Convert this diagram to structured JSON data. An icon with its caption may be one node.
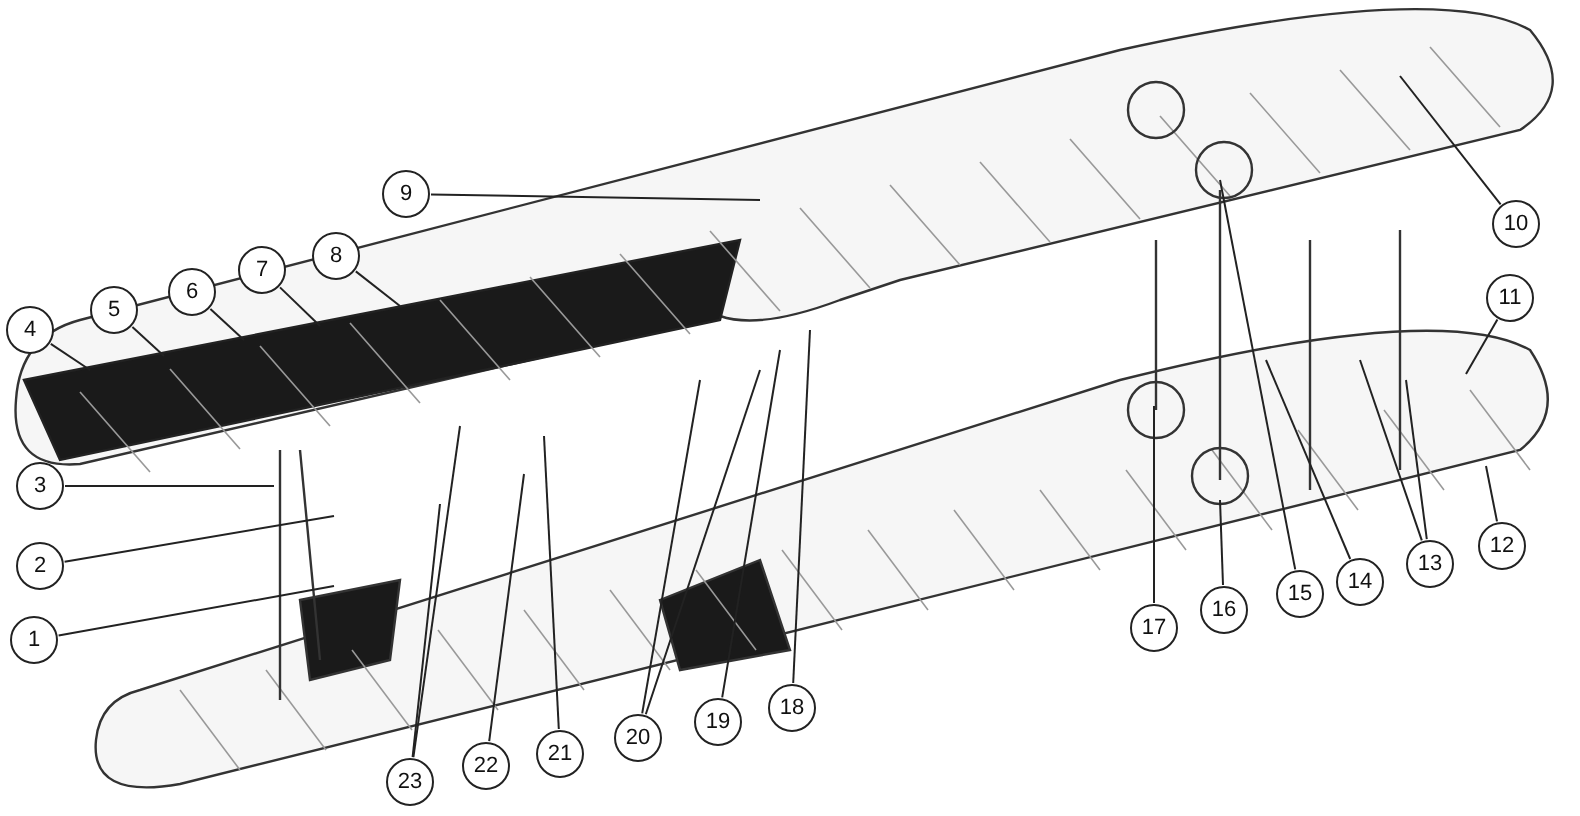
{
  "diagram": {
    "nodes": [
      {
        "text": [
          "1"
        ]
      },
      {
        "text": [
          "2"
        ]
      },
      {
        "text": [
          "3"
        ]
      },
      {
        "text": [
          "4"
        ]
      },
      {
        "text": [
          "5"
        ]
      },
      {
        "text": [
          "6"
        ]
      },
      {
        "text": [
          "7"
        ]
      },
      {
        "text": [
          "8"
        ]
      },
      {
        "text": [
          "9"
        ]
      },
      {
        "text": [
          "10"
        ]
      },
      {
        "text": [
          "11"
        ]
      },
      {
        "text": [
          "12"
        ]
      },
      {
        "text": [
          "13"
        ]
      },
      {
        "text": [
          "14"
        ]
      },
      {
        "text": [
          "15"
        ]
      },
      {
        "text": [
          "16"
        ]
      },
      {
        "text": [
          "17"
        ]
      },
      {
        "text": [
          "18"
        ]
      },
      {
        "text": [
          "19"
        ]
      },
      {
        "text": [
          "20"
        ]
      },
      {
        "text": [
          "21"
        ]
      },
      {
        "text": [
          "22"
        ]
      },
      {
        "text": [
          "23"
        ]
      }
    ],
    "edges": [
      {
        "from": 0,
        "to": null,
        "arrow": "none"
      },
      {
        "from": 1,
        "to": null,
        "arrow": "none"
      },
      {
        "from": 2,
        "to": null,
        "arrow": "none"
      },
      {
        "from": 3,
        "to": null,
        "arrow": "none"
      },
      {
        "from": 4,
        "to": null,
        "arrow": "none"
      },
      {
        "from": 5,
        "to": null,
        "arrow": "none"
      },
      {
        "from": 6,
        "to": null,
        "arrow": "none"
      },
      {
        "from": 7,
        "to": null,
        "arrow": "none"
      },
      {
        "from": 8,
        "to": null,
        "arrow": "none"
      },
      {
        "from": 9,
        "to": null,
        "arrow": "none"
      },
      {
        "from": 10,
        "to": null,
        "arrow": "none"
      },
      {
        "from": 11,
        "to": null,
        "arrow": "none"
      },
      {
        "from": 12,
        "to": null,
        "arrow": "none"
      },
      {
        "from": 12,
        "to": null,
        "arrow": "none"
      },
      {
        "from": 13,
        "to": null,
        "arrow": "none"
      },
      {
        "from": 14,
        "to": null,
        "arrow": "none"
      },
      {
        "from": 15,
        "to": null,
        "arrow": "none"
      },
      {
        "from": 16,
        "to": null,
        "arrow": "none"
      },
      {
        "from": 17,
        "to": null,
        "arrow": "none"
      },
      {
        "from": 18,
        "to": null,
        "arrow": "none"
      },
      {
        "from": 19,
        "to": null,
        "arrow": "none"
      },
      {
        "from": 19,
        "to": null,
        "arrow": "none"
      },
      {
        "from": 20,
        "to": null,
        "arrow": "none"
      },
      {
        "from": 21,
        "to": null,
        "arrow": "none"
      },
      {
        "from": 22,
        "to": null,
        "arrow": "none"
      },
      {
        "from": 22,
        "to": null,
        "arrow": "none"
      }
    ]
  }
}
